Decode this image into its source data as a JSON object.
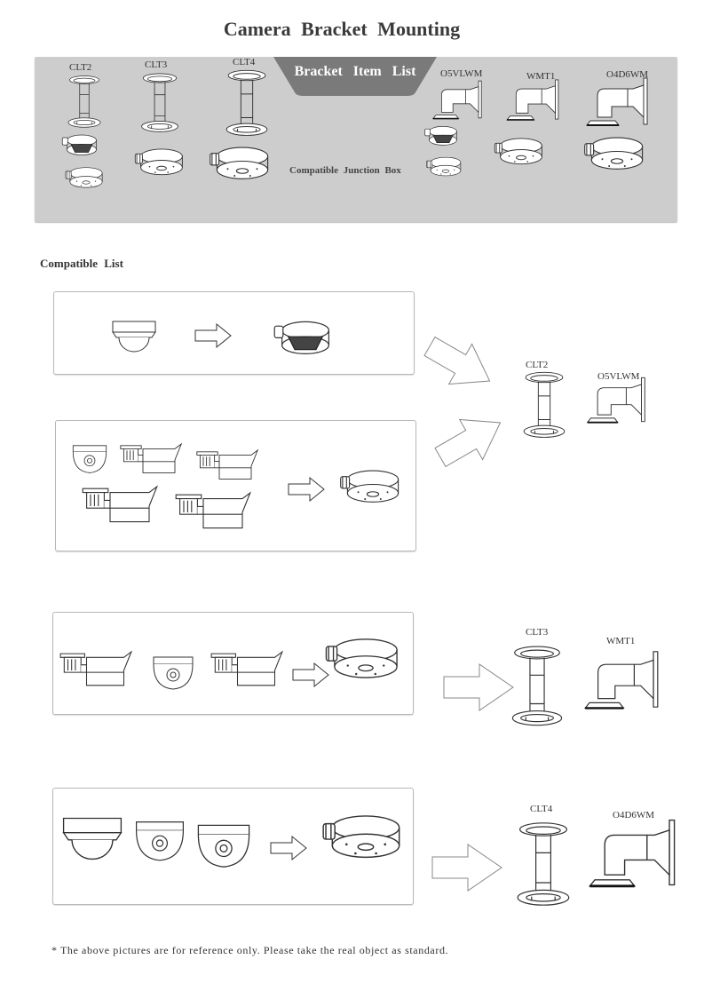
{
  "header": {
    "title": "Camera  Bracket  Mounting"
  },
  "bracket_list": {
    "tab_label": "Bracket  Item  List",
    "junction_box_label": "Compatible  Junction  Box",
    "ceiling_brackets": [
      {
        "model": "CLT2"
      },
      {
        "model": "CLT3"
      },
      {
        "model": "CLT4"
      }
    ],
    "wall_brackets": [
      {
        "model": "O5VLWM"
      },
      {
        "model": "WMT1"
      },
      {
        "model": "O4D6WM"
      }
    ],
    "colors": {
      "band": "#cdcdcd",
      "tab": "#7a7a7a",
      "tab_text": "#ffffff"
    }
  },
  "compatible_list": {
    "title": "Compatible  List",
    "groups": [
      {
        "ceiling_bracket": "CLT2",
        "wall_bracket": "O5VLWM",
        "cameras": [
          "mini-dome-camera"
        ],
        "junction_box": "small-junction-box"
      },
      {
        "ceiling_bracket": "CLT2",
        "wall_bracket": "O5VLWM",
        "cameras": [
          "turret-camera",
          "mini-bullet-camera",
          "bullet-camera",
          "bullet-camera-large",
          "bullet-camera-sunshield"
        ],
        "junction_box": "small-junction-box-2"
      },
      {
        "ceiling_bracket": "CLT3",
        "wall_bracket": "WMT1",
        "cameras": [
          "bullet-camera",
          "turret-camera",
          "box-bullet-camera"
        ],
        "junction_box": "medium-junction-box"
      },
      {
        "ceiling_bracket": "CLT4",
        "wall_bracket": "O4D6WM",
        "cameras": [
          "vandal-dome-camera",
          "turret-camera",
          "ptz-dome-camera"
        ],
        "junction_box": "large-junction-box"
      }
    ]
  },
  "footnote": "* The above pictures are for reference only. Please take the real object as standard."
}
